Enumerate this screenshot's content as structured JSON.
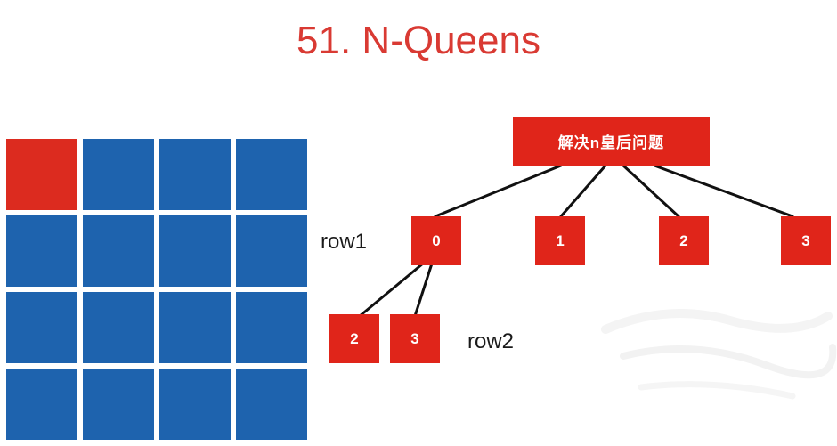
{
  "title": "51. N-Queens",
  "board": {
    "size": 4,
    "queen_cells": [
      [
        0,
        0
      ]
    ],
    "colors": {
      "cell": "#1e63ae",
      "queen": "#dc2b1f"
    }
  },
  "tree": {
    "root_label": "解决n皇后问题",
    "row1_label": "row1",
    "row2_label": "row2",
    "row1_nodes": [
      "0",
      "1",
      "2",
      "3"
    ],
    "row2_nodes": [
      "2",
      "3"
    ],
    "node_color": "#e0251a"
  }
}
